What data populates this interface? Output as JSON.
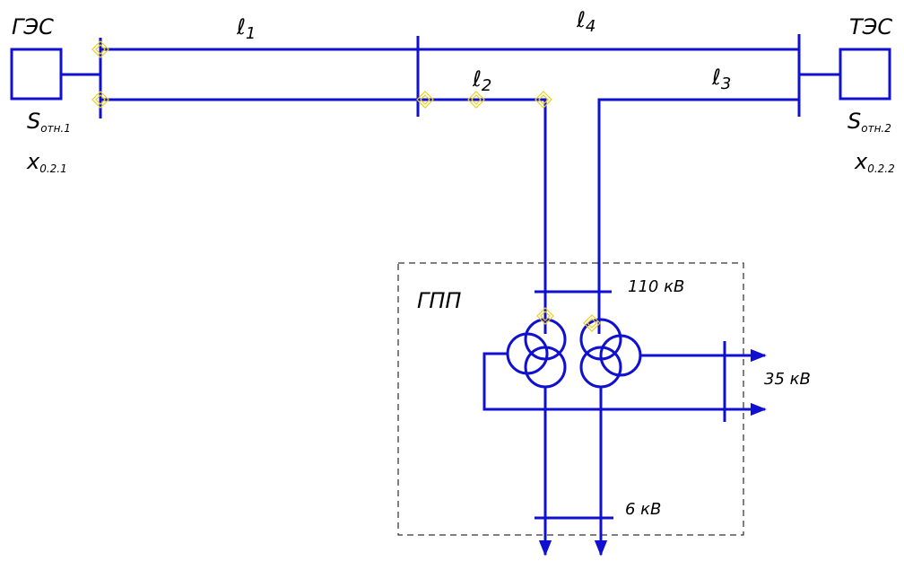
{
  "colors": {
    "line": "#1010d0",
    "marker": "#e8d020",
    "boundary": "#000000",
    "text": "#000000"
  },
  "stations": {
    "left": {
      "name": "ГЭС",
      "s_base": "S",
      "s_sub": "отн.1",
      "x_base": "x",
      "x_sub": "0.2.1"
    },
    "right": {
      "name": "ТЭС",
      "s_base": "S",
      "s_sub": "отн.2",
      "x_base": "x",
      "x_sub": "0.2.2"
    }
  },
  "lines": [
    {
      "symbol": "ℓ",
      "index": "1"
    },
    {
      "symbol": "ℓ",
      "index": "2"
    },
    {
      "symbol": "ℓ",
      "index": "3"
    },
    {
      "symbol": "ℓ",
      "index": "4"
    }
  ],
  "substation": {
    "name": "ГПП",
    "voltage_high": "110 кВ",
    "voltage_mid": "35 кВ",
    "voltage_low": "6 кВ"
  }
}
